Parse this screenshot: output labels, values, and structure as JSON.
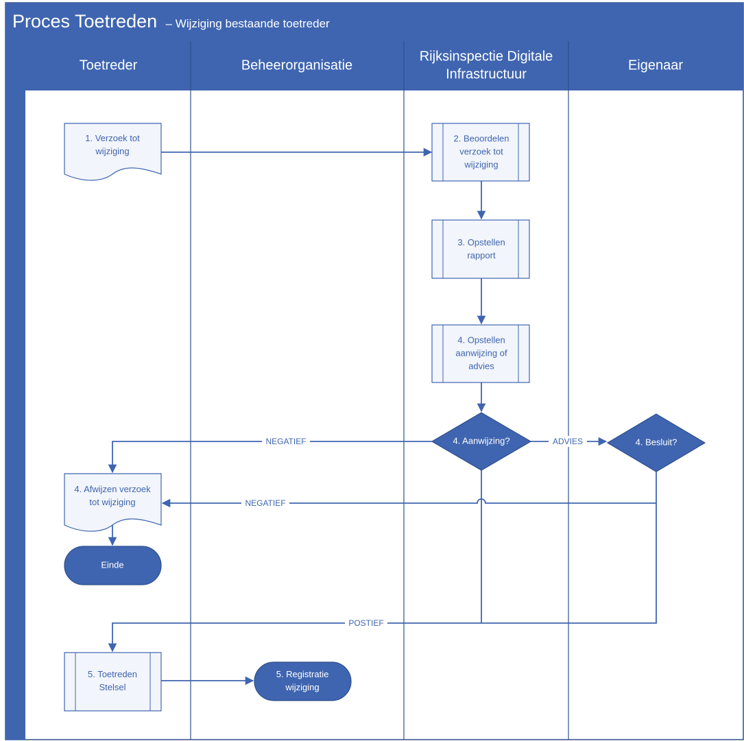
{
  "title": {
    "main": "Proces Toetreden",
    "sub": "– Wijziging bestaande toetreder"
  },
  "colors": {
    "blue": "#3F65B0",
    "dark_border": "#2E4F8C",
    "light_fill": "#F2F5FB",
    "white": "#FFFFFF"
  },
  "lanes": [
    {
      "id": "toetreder",
      "lines": [
        "Toetreder"
      ]
    },
    {
      "id": "beheerorganisatie",
      "lines": [
        "Beheerorganisatie"
      ]
    },
    {
      "id": "rdi",
      "lines": [
        "Rijksinspectie Digitale",
        "Infrastructuur"
      ]
    },
    {
      "id": "eigenaar",
      "lines": [
        "Eigenaar"
      ]
    }
  ],
  "nodes": {
    "n1": {
      "type": "document",
      "lines": [
        "1. Verzoek tot",
        "wijziging"
      ]
    },
    "n2": {
      "type": "subprocess",
      "lines": [
        "2. Beoordelen",
        "verzoek tot",
        "wijziging"
      ]
    },
    "n3": {
      "type": "subprocess",
      "lines": [
        "3. Opstellen",
        "rapport"
      ]
    },
    "n4": {
      "type": "subprocess",
      "lines": [
        "4. Opstellen",
        "aanwijzing of",
        "advies"
      ]
    },
    "d1": {
      "type": "decision",
      "lines": [
        "4. Aanwijzing?"
      ]
    },
    "d2": {
      "type": "decision",
      "lines": [
        "4. Besluit?"
      ]
    },
    "n5": {
      "type": "document",
      "lines": [
        "4. Afwijzen verzoek",
        "tot wijziging"
      ]
    },
    "end": {
      "type": "terminator",
      "lines": [
        "Einde"
      ]
    },
    "n6": {
      "type": "subprocess",
      "lines": [
        "5. Toetreden",
        "Stelsel"
      ]
    },
    "n7": {
      "type": "terminator",
      "lines": [
        "5. Registratie",
        "wijziging"
      ]
    }
  },
  "edge_labels": {
    "negatief_1": "NEGATIEF",
    "advies": "ADVIES",
    "negatief_2": "NEGATIEF",
    "postief": "POSTIEF"
  }
}
